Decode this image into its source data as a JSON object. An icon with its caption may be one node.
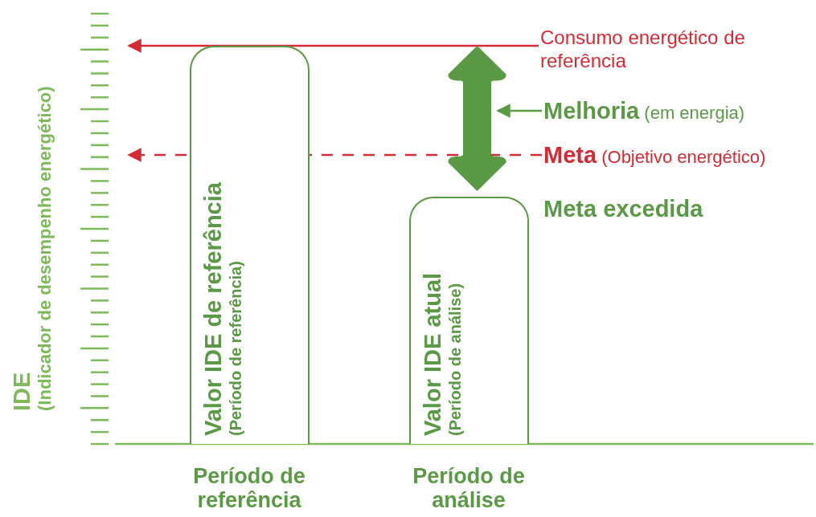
{
  "diagram": {
    "nodes": [
      {
        "text": [
          "Valor IDE de referência",
          "(Período de referência)"
        ],
        "beside": [
          "Período de referência"
        ]
      },
      {
        "text": [
          "Valor IDE atual",
          "(Período de análise)"
        ],
        "beside": [
          "Período de análise"
        ]
      },
      {
        "text": [
          "Consumo energético de referência"
        ]
      },
      {
        "text": [
          "**Melhoria** (em energia)"
        ]
      },
      {
        "text": [],
        "shape": "arrow"
      },
      {
        "text": [
          "**Meta** (Objetivo energético)"
        ]
      }
    ],
    "edges": [
      {
        "from": 2,
        "to": null,
        "arrow": "to"
      },
      {
        "from": 3,
        "to": 4,
        "arrow": "to",
        "color": "#5a9a45"
      },
      {
        "from": 5,
        "to": null,
        "arrow": "to",
        "style": "dashed"
      }
    ],
    "labels": [
      "IDE",
      "(Indicador de desempenho energético)",
      "Meta excedida"
    ]
  }
}
